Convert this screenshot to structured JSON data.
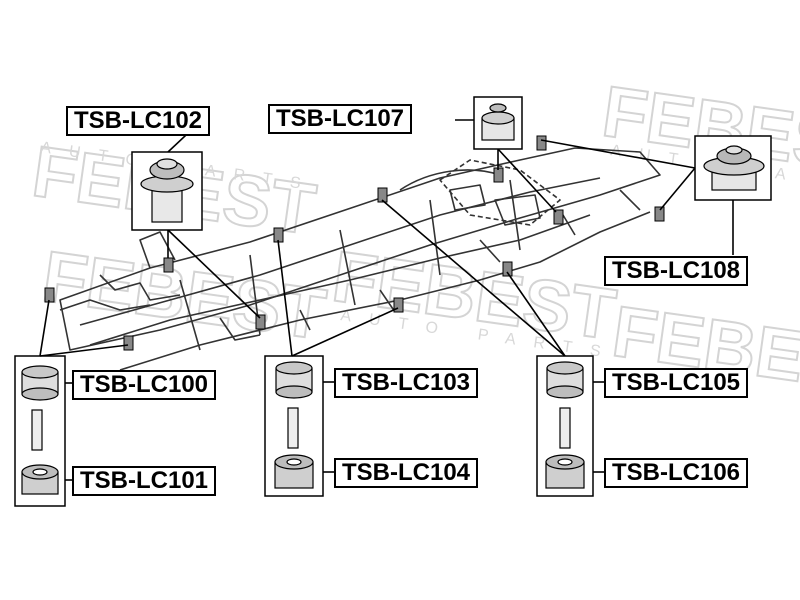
{
  "watermark": {
    "brand": "FEBEST",
    "subtitle": "AUTO PARTS"
  },
  "parts": [
    {
      "id": "lc102",
      "label": "TSB-LC102"
    },
    {
      "id": "lc107",
      "label": "TSB-LC107"
    },
    {
      "id": "lc108",
      "label": "TSB-LC108"
    },
    {
      "id": "lc100",
      "label": "TSB-LC100"
    },
    {
      "id": "lc101",
      "label": "TSB-LC101"
    },
    {
      "id": "lc103",
      "label": "TSB-LC103"
    },
    {
      "id": "lc104",
      "label": "TSB-LC104"
    },
    {
      "id": "lc105",
      "label": "TSB-LC105"
    },
    {
      "id": "lc106",
      "label": "TSB-LC106"
    }
  ]
}
